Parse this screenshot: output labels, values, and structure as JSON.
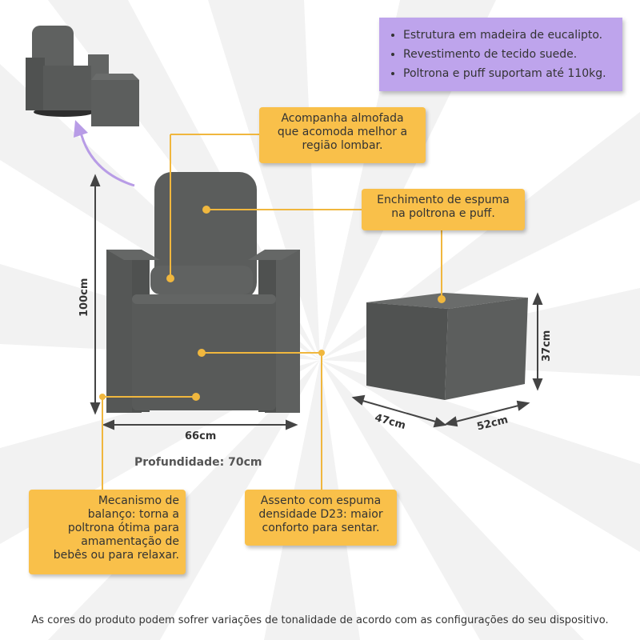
{
  "features": [
    "Estrutura em madeira de eucalipto.",
    "Revestimento de tecido suede.",
    "Poltrona e puff suportam até 110kg."
  ],
  "callouts": {
    "almofada": [
      "Acompanha almofada",
      "que acomoda melhor a",
      "região lombar."
    ],
    "espuma": [
      "Enchimento de espuma",
      "na poltrona e puff."
    ],
    "mecanismo": [
      "Mecanismo de",
      "balanço: torna a",
      "poltrona ótima para",
      "amamentação de",
      "bebês ou para relaxar."
    ],
    "assento": [
      "Assento com espuma",
      "densidade D23: maior",
      "conforto para sentar."
    ]
  },
  "dimensions": {
    "height": "100cm",
    "width": "66cm",
    "depth": "Profundidade: 70cm",
    "puff_height": "37cm",
    "puff_depth": "47cm",
    "puff_width": "52cm"
  },
  "footer": "As cores do produto podem sofrer variações de tonalidade de acordo com as configurações do seu dispositivo.",
  "colors": {
    "callout": "#f9c04a",
    "feature_box": "#bea4ec",
    "fabric": "#5b5d5c",
    "line": "#f0b73e"
  }
}
